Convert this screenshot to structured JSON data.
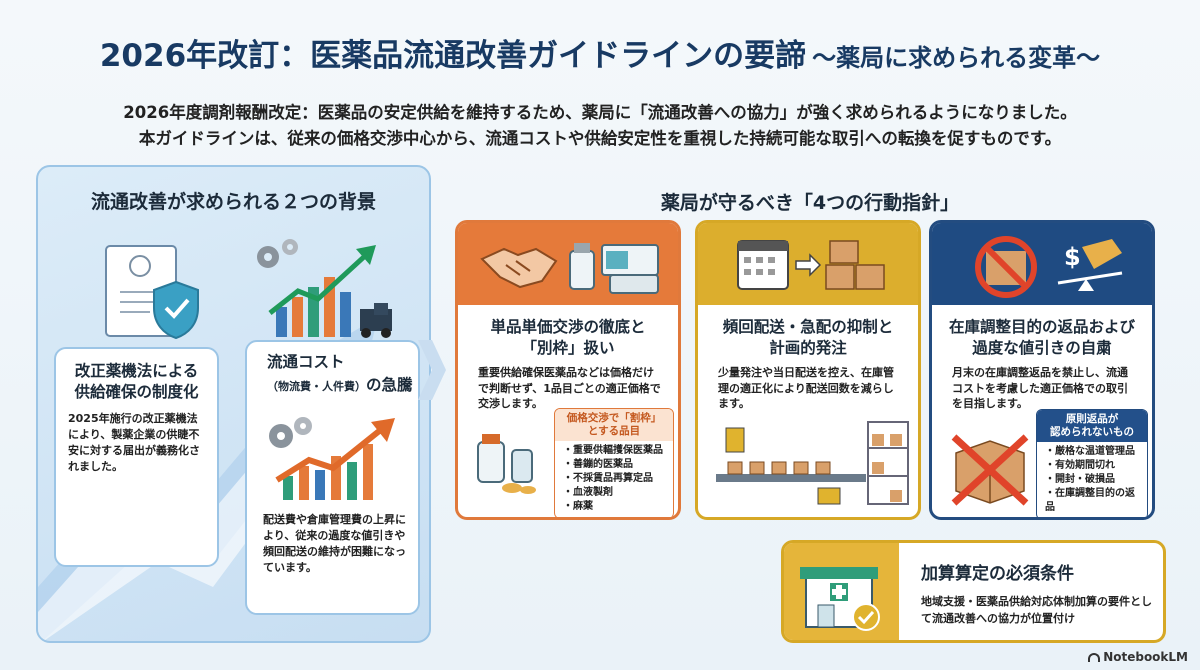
{
  "title": {
    "main": "2026年改訂：医薬品流通改善ガイドラインの要諦",
    "sub": "〜薬局に求められる変革〜"
  },
  "intro": {
    "line1": "2026年度調剤報酬改定：医薬品の安定供給を維持するため、薬局に「流通改善への協力」が強く求められるようになりました。",
    "line2": "本ガイドラインは、従来の価格交渉中心から、流通コストや供給安定性を重視した持続可能な取引への転換を促すものです。"
  },
  "background": {
    "title": "流通改善が求められる２つの背景",
    "law_card": {
      "title_l1": "改正薬機法による",
      "title_l2": "供給確保の制度化",
      "body": "2025年施行の改正薬機法により、製薬企業の供睫不安に対する届出が義務化されました。"
    },
    "cost_card": {
      "title_l1": "流通コスト",
      "title_small": "（物流費・人件費）",
      "title_tail": "の急騰",
      "body": "配送費や倉庫管理費の上昇により、従来の過度な値引きや頻回配送の維持が困難になっています。"
    }
  },
  "guidelines": {
    "title": "薬局が守るべき「4つの行動指針」",
    "items": [
      {
        "title_l1": "単品単価交渉の徹底と",
        "title_l2": "「別枠」扱い",
        "body": "重要供給確保医薬品などは価格だけで判断せず、1品目ごとの適正価格で交渉します。",
        "box_header_l1": "価格交渉で「割枠」",
        "box_header_l2": "とする品目",
        "box_items": [
          "重要供輻擭保医薬品",
          "善鏰的医薬品",
          "不採賃品再算定品",
          "血液製剤",
          "麻薬"
        ]
      },
      {
        "title_l1": "頻回配送・急配の抑制と",
        "title_l2": "計画的発注",
        "body": "少量発注や当日配送を控え、在庫管理の適正化により配送回数を減らします。"
      },
      {
        "title_l1": "在庫調整目的の返品および",
        "title_l2": "過度な値引きの自粛",
        "body": "月末の在庫調整返品を禁止し、流通コストを考慮した適正価格での取引を目指します。",
        "box_header_l1": "原則返品が",
        "box_header_l2": "認められないもの",
        "box_items": [
          "厳格な温道管理品",
          "有効期間切れ",
          "開封・破損品",
          "在庫調整目的の返品"
        ]
      }
    ]
  },
  "requirement": {
    "title": "加算算定の必須条件",
    "body": "地域支援・医薬品供給対応体制加算の要件として流通改善への協力が位置付け"
  },
  "footer": {
    "brand": "NotebookLM"
  },
  "colors": {
    "navy": "#183a63",
    "orange": "#e57a3a",
    "gold": "#dcae2d",
    "blue": "#1f4b82"
  }
}
